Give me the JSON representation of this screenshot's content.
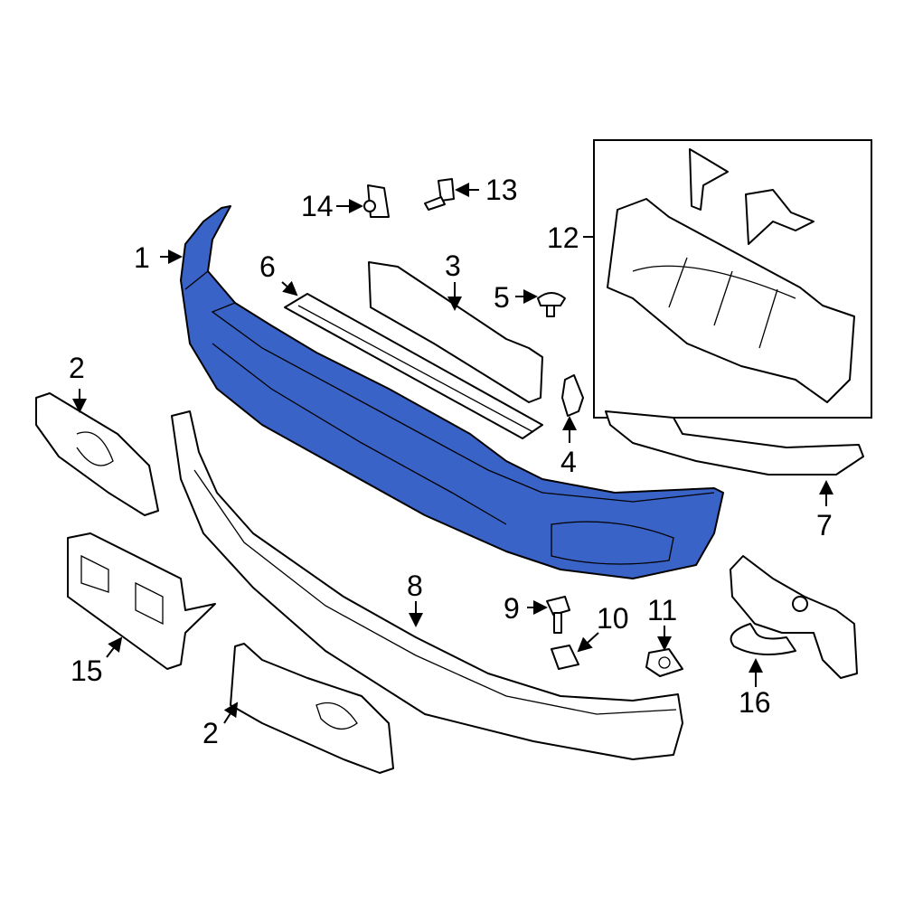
{
  "diagram": {
    "highlight_color": "#3a63c8",
    "callouts": [
      "1",
      "2",
      "3",
      "4",
      "5",
      "6",
      "7",
      "8",
      "9",
      "10",
      "11",
      "12",
      "13",
      "14",
      "15",
      "16",
      "2"
    ]
  }
}
